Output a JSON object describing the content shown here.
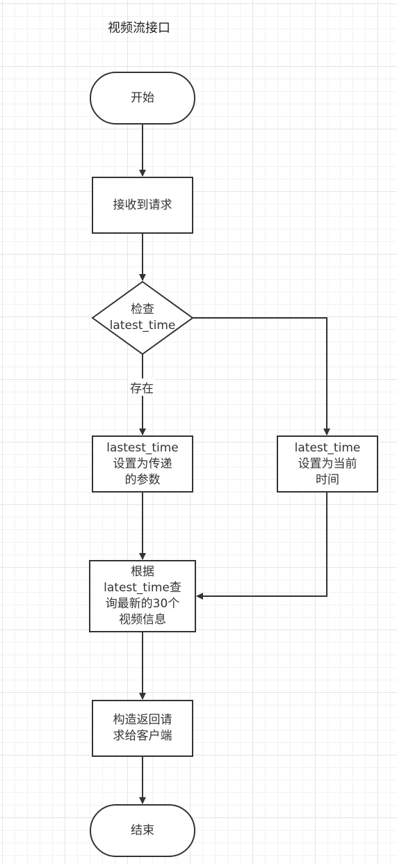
{
  "title": "视频流接口",
  "nodes": {
    "start": "开始",
    "receive": "接收到请求",
    "check_line1": "检查",
    "check_line2": "latest_time",
    "set_param_line1": "lastest_time",
    "set_param_line2": "设置为传递",
    "set_param_line3": "的参数",
    "set_now_line1": "latest_time",
    "set_now_line2": "设置为当前",
    "set_now_line3": "时间",
    "query_line1": "根据",
    "query_line2": "latest_time查",
    "query_line3": "询最新的30个",
    "query_line4": "视频信息",
    "build_line1": "构造返回请",
    "build_line2": "求给客户端",
    "end": "结束"
  },
  "edges": {
    "exists_label": "存在"
  },
  "colors": {
    "stroke": "#333333",
    "grid": "#e4e4e4",
    "background": "#ffffff"
  }
}
